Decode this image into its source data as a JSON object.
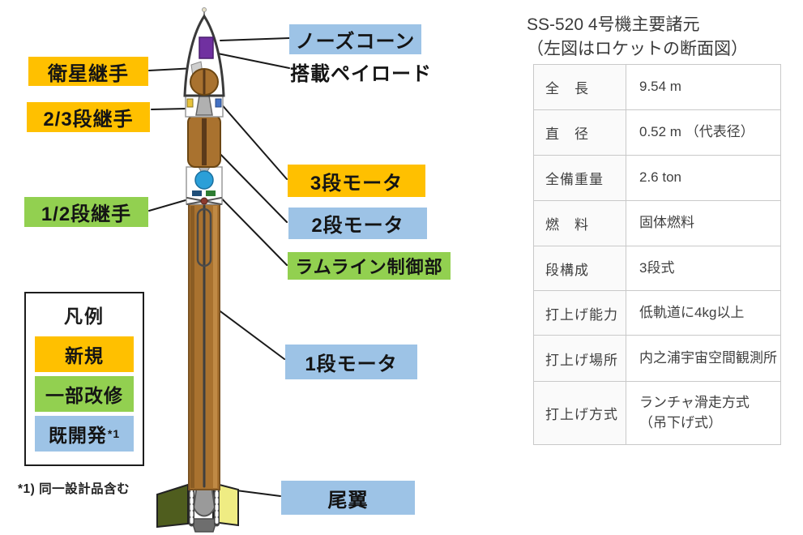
{
  "figure": {
    "callouts": {
      "nose_cone": "ノーズコーン",
      "payload": "搭載ペイロード",
      "satellite_joint": "衛星継手",
      "joint_2_3": "2/3段継手",
      "joint_1_2": "1/2段継手",
      "motor_3": "3段モータ",
      "motor_2": "2段モータ",
      "ramline_control": "ラムライン制御部",
      "motor_1": "1段モータ",
      "tail_fin": "尾翼"
    },
    "legend": {
      "title": "凡例",
      "items": [
        {
          "label": "新規",
          "color": "#FFC000"
        },
        {
          "label": "一部改修",
          "color": "#92D050"
        },
        {
          "label": "既開発",
          "sup": "*1",
          "color": "#9DC3E6"
        }
      ],
      "footnote": "*1) 同一設計品含む"
    },
    "colors": {
      "new_parts": "#FFC000",
      "modified_parts": "#92D050",
      "existing_parts": "#9DC3E6",
      "rocket_body": "#A9722F",
      "payload_block": "#7030A0",
      "ramline_circle": "#2B9FD8",
      "fin_left": "#4F5D1E",
      "fin_right": "#EFEC83"
    }
  },
  "spec_panel": {
    "title": "SS-520 4号機主要諸元",
    "subtitle": "（左図はロケットの断面図）",
    "table": {
      "rows": [
        {
          "label": "全　長",
          "value": "9.54 m"
        },
        {
          "label": "直　径",
          "value": "0.52 m （代表径）"
        },
        {
          "label": "全備重量",
          "value": "2.6 ton"
        },
        {
          "label": "燃　料",
          "value": "固体燃料"
        },
        {
          "label": "段構成",
          "value": "3段式"
        },
        {
          "label": "打上げ能力",
          "value": "低軌道に4kg以上"
        },
        {
          "label": "打上げ場所",
          "value": "内之浦宇宙空間観測所"
        },
        {
          "label": "打上げ方式",
          "value": "ランチャ滑走方式\n（吊下げ式）"
        }
      ]
    }
  }
}
